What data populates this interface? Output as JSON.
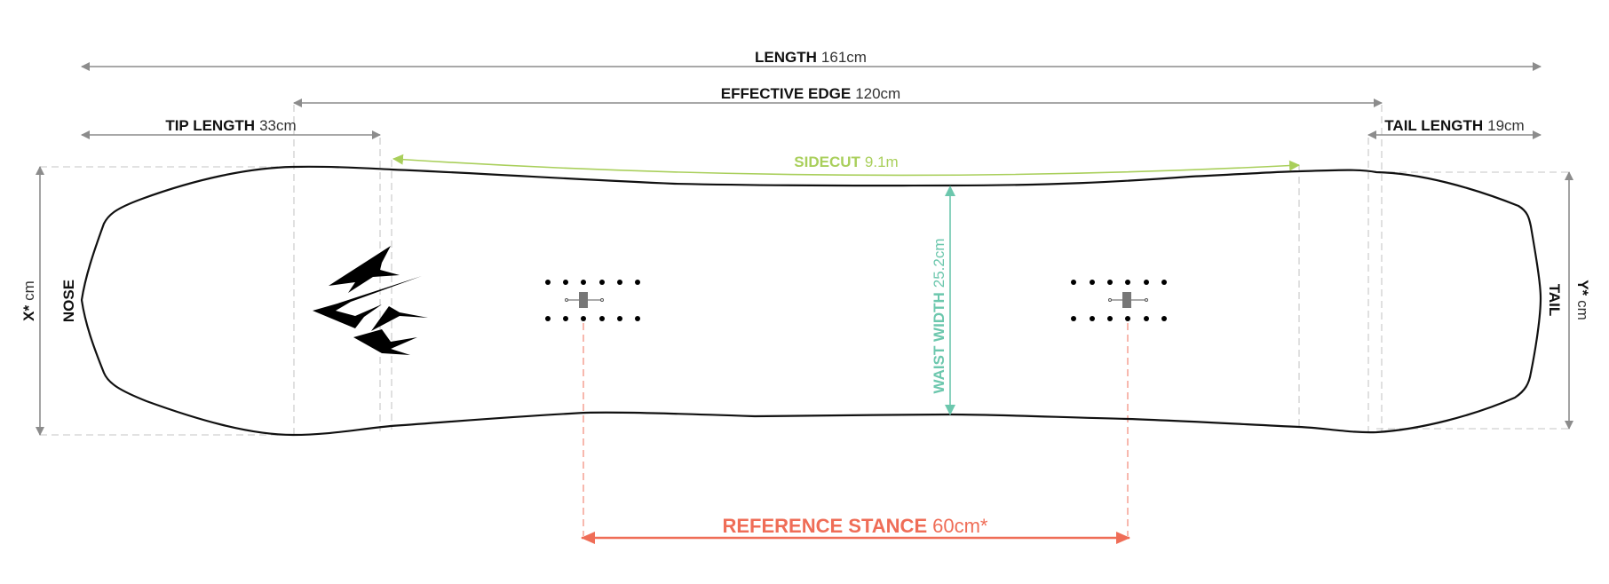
{
  "colors": {
    "dimension": "#8c8c8c",
    "guide": "#cfcfcf",
    "outline": "#111111",
    "sidecut": "#a9cf5b",
    "waist": "#6cc7ad",
    "stance": "#ef6d57"
  },
  "labels": {
    "length": {
      "name": "LENGTH",
      "value": "161cm"
    },
    "effective_edge": {
      "name": "EFFECTIVE EDGE",
      "value": "120cm"
    },
    "tip_length": {
      "name": "TIP LENGTH",
      "value": "33cm"
    },
    "tail_length": {
      "name": "TAIL LENGTH",
      "value": "19cm"
    },
    "sidecut": {
      "name": "SIDECUT",
      "value": "9.1m"
    },
    "waist_width": {
      "name": "WAIST WIDTH",
      "value": "25.2cm"
    },
    "reference_stance": {
      "name": "REFERENCE STANCE",
      "value": "60cm*"
    },
    "nose": "NOSE",
    "tail": "TAIL",
    "nose_width": {
      "name": "X*",
      "value": "cm"
    },
    "tail_width": {
      "name": "Y*",
      "value": "cm"
    }
  },
  "inserts": {
    "front": {
      "count_per_row": 6,
      "rows": 2
    },
    "back": {
      "count_per_row": 6,
      "rows": 2
    }
  }
}
